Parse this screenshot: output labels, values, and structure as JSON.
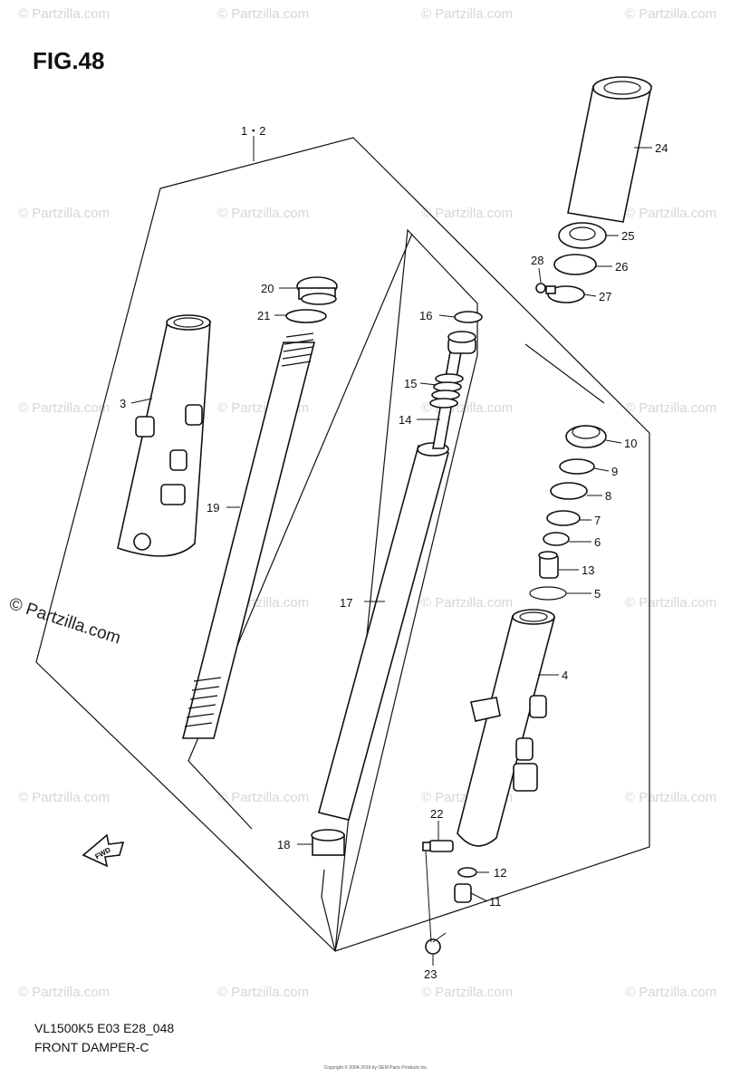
{
  "figure": {
    "title": "FIG.48",
    "model": "VL1500K5 E03 E28_048",
    "name": "FRONT DAMPER-C",
    "copyright_small": "Copyright © 2004-2019 by OEM Parts Products Inc.",
    "watermark_big": "© Partzilla.com",
    "watermark_small": "© Partzilla.com"
  },
  "callouts": {
    "c1_2": "1・2",
    "c3": "3",
    "c4": "4",
    "c5": "5",
    "c6": "6",
    "c7": "7",
    "c8": "8",
    "c9": "9",
    "c10": "10",
    "c11": "11",
    "c12": "12",
    "c13": "13",
    "c14": "14",
    "c15": "15",
    "c16": "16",
    "c17": "17",
    "c18": "18",
    "c19": "19",
    "c20": "20",
    "c21": "21",
    "c22": "22",
    "c23": "23",
    "c24": "24",
    "c25": "25",
    "c26": "26",
    "c27": "27",
    "c28": "28"
  },
  "fwd_label": "FWD"
}
